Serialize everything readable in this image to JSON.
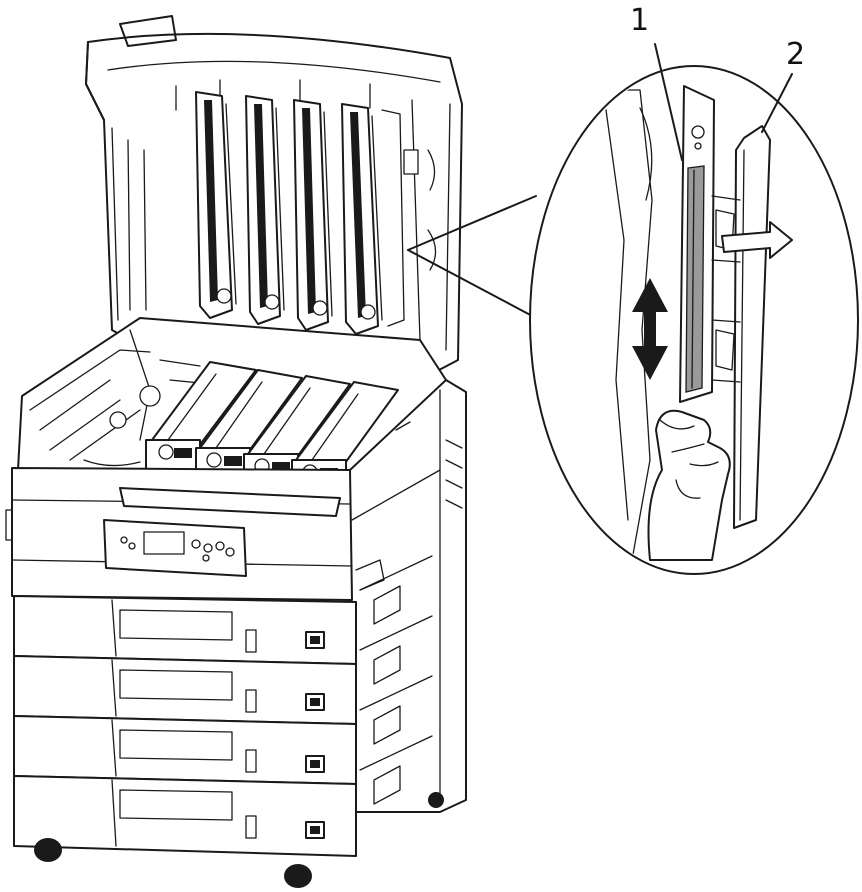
{
  "figure": {
    "callouts": [
      {
        "id": "1",
        "label": "1"
      },
      {
        "id": "2",
        "label": "2"
      }
    ]
  },
  "colors": {
    "line": "#1a1a1a",
    "background": "#ffffff"
  },
  "icons": {
    "arrow_vertical": "double-headed-vertical-arrow-icon",
    "arrow_horizontal": "right-arrow-icon"
  }
}
